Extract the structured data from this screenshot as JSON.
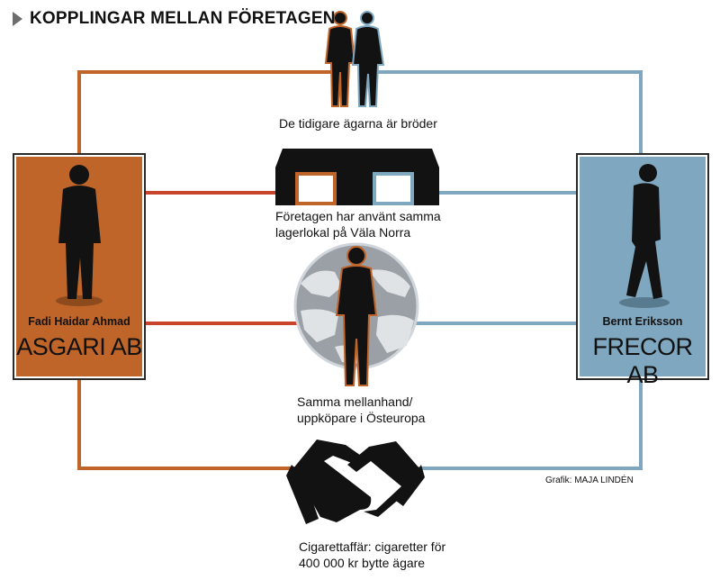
{
  "title": "KOPPLINGAR MELLAN FÖRETAGEN",
  "colors": {
    "asgari": "#c0652a",
    "frecor": "#7fa7bf",
    "line_red": "#c8452b",
    "silhouette": "#121212",
    "globe": "#9aa0a6"
  },
  "companies": {
    "left": {
      "person": "Fadi Haidar Ahmad",
      "name": "ASGARI AB"
    },
    "right": {
      "person": "Bernt Eriksson",
      "name": "FRECOR AB"
    }
  },
  "connections": {
    "brothers": "De tidigare ägarna är bröder",
    "warehouse": "Företagen har använt samma lagerlokal på Väla Norra",
    "middleman": "Samma mellanhand/ uppköpare i Östeuropa",
    "cigarette": "Cigarettaffär: cigaretter för 400 000 kr bytte ägare"
  },
  "credit": "Grafik: MAJA LINDÉN",
  "icons": {
    "brothers": "two-men-silhouette-icon",
    "warehouse": "warehouse-icon",
    "globe": "globe-icon",
    "middleman": "man-silhouette-icon",
    "handshake": "handshake-icon",
    "left_person": "man-silhouette-icon",
    "right_person": "walking-man-silhouette-icon"
  }
}
